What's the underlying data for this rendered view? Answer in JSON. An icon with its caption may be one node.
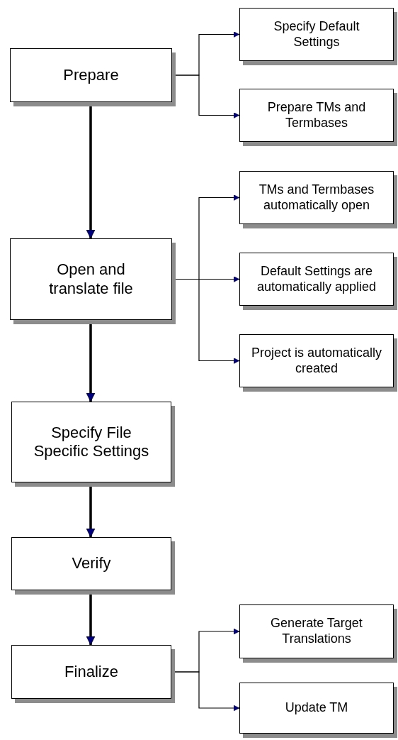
{
  "diagram": {
    "nodes": [
      {
        "text": [
          "Prepare"
        ]
      },
      {
        "text": [
          "Specify Default Settings"
        ]
      },
      {
        "text": [
          "Prepare TMs and Termbases"
        ]
      },
      {
        "text": [
          "Open and translate file"
        ]
      },
      {
        "text": [
          "TMs and Termbases automatically open"
        ]
      },
      {
        "text": [
          "Default Settings are automatically applied"
        ]
      },
      {
        "text": [
          "Project is automatically created"
        ]
      },
      {
        "text": [
          "Specify File Specific Settings"
        ]
      },
      {
        "text": [
          "Verify"
        ]
      },
      {
        "text": [
          "Finalize"
        ]
      },
      {
        "text": [
          "Generate Target Translations"
        ]
      },
      {
        "text": [
          "Update TM"
        ]
      }
    ],
    "edges": [
      {
        "from": 0,
        "to": 1,
        "arrow": "to"
      },
      {
        "from": 0,
        "to": 2,
        "arrow": "to"
      },
      {
        "from": 0,
        "to": 3,
        "arrow": "to",
        "style": "thick"
      },
      {
        "from": 3,
        "to": 4,
        "arrow": "to"
      },
      {
        "from": 3,
        "to": 5,
        "arrow": "to"
      },
      {
        "from": 3,
        "to": 6,
        "arrow": "to"
      },
      {
        "from": 3,
        "to": 7,
        "arrow": "to",
        "style": "thick"
      },
      {
        "from": 7,
        "to": 8,
        "arrow": "to",
        "style": "thick"
      },
      {
        "from": 8,
        "to": 9,
        "arrow": "to",
        "style": "thick"
      },
      {
        "from": 9,
        "to": 10,
        "arrow": "to"
      },
      {
        "from": 9,
        "to": 11,
        "arrow": "to"
      }
    ]
  }
}
